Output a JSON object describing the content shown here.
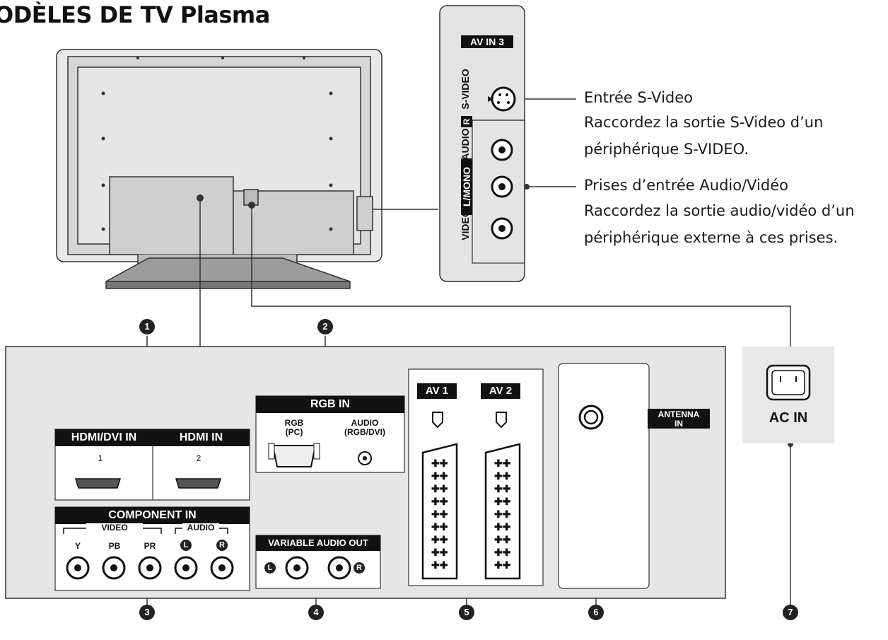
{
  "title": "ODÈLES DE TV Plasma",
  "side_panel": {
    "av_in3_label": "AV IN 3",
    "svideo_label": "S-VIDEO",
    "video_label": "VIDEO",
    "lmono_label": "L/MONO",
    "audio_label": "AUDIO",
    "r_label": "R"
  },
  "callouts": {
    "svideo_heading": "Entrée S-Video",
    "svideo_line1": "Raccordez la sortie S-Video d’un",
    "svideo_line2": "périphérique S-VIDEO.",
    "av_heading": "Prises d’entrée Audio/Vidéo",
    "av_line1": "Raccordez la sortie audio/vidéo d’un",
    "av_line2": "périphérique externe à ces prises."
  },
  "panel": {
    "hdmi_dvi_in": "HDMI/DVI IN",
    "hdmi_in": "HDMI IN",
    "hdmi1_num": "1",
    "hdmi2_num": "2",
    "rgb_in": "RGB IN",
    "rgb_pc_line1": "RGB",
    "rgb_pc_line2": "(PC)",
    "audio_rgb_line1": "AUDIO",
    "audio_rgb_line2": "(RGB/DVI)",
    "component_in": "COMPONENT IN",
    "video_group": "VIDEO",
    "audio_group": "AUDIO",
    "comp_y": "Y",
    "comp_pb": "PB",
    "comp_pr": "PR",
    "comp_l": "L",
    "comp_r": "R",
    "variable_audio_out": "VARIABLE AUDIO OUT",
    "vao_l": "L",
    "vao_r": "R",
    "av1": "AV 1",
    "av2": "AV 2",
    "antenna_line1": "ANTENNA",
    "antenna_line2": "IN",
    "ac_in": "AC IN"
  },
  "numbers": {
    "n1": "1",
    "n2": "2",
    "n3": "3",
    "n4": "4",
    "n5": "5",
    "n6": "6",
    "n7": "7"
  }
}
